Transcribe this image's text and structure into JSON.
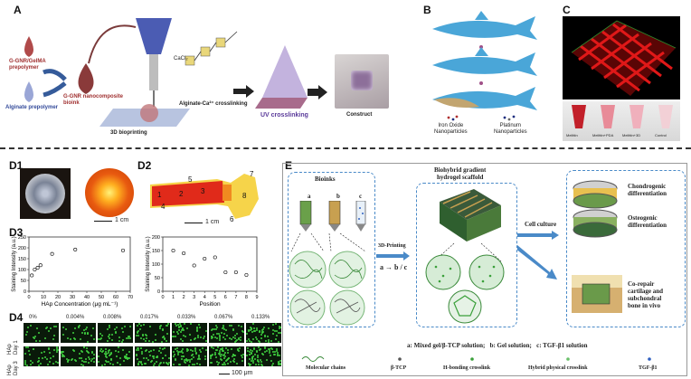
{
  "panel_a": {
    "label": "A",
    "gnr_gelma": "G-GNR/GelMA\nprepolymer",
    "alginate": "Alginate prepolymer",
    "bioink": "G-GNR nanocomposite\nbioink",
    "cacl2": "CaCl₂",
    "bioprinting": "3D bioprinting",
    "crosslinking": "Alginate-Ca²⁺ crosslinking",
    "uv": "UV crosslinking",
    "construct": "Construct"
  },
  "panel_b": {
    "label": "B",
    "iron": "Iron Oxide\nNanoparticles",
    "platinum": "Platinum\nNanoparticles"
  },
  "panel_c": {
    "label": "C",
    "tubes": [
      "Melittin",
      "Melittin+PDA",
      "Melittin+3D",
      "Control"
    ]
  },
  "panel_d1": {
    "label": "D1",
    "scale": "1 cm"
  },
  "panel_d2": {
    "label": "D2",
    "scale": "1 cm",
    "regions": [
      "1",
      "2",
      "3",
      "4",
      "5",
      "6",
      "7",
      "8"
    ]
  },
  "panel_d3": {
    "label": "D3"
  },
  "panel_d4": {
    "label": "D4",
    "concentrations": [
      "0%",
      "0.004%",
      "0.008%",
      "0.017%",
      "0.033%",
      "0.067%",
      "0.133%"
    ],
    "row1": "HAp\nDay 1",
    "row3": "HAp\nDay 3",
    "scale": "100 μm"
  },
  "chart_data": [
    {
      "type": "scatter",
      "xlabel": "HAp Concentration (μg mL⁻¹)",
      "ylabel": "Staining Intensity (a.u.)",
      "xlim": [
        0,
        70
      ],
      "ylim": [
        0,
        250
      ],
      "xticks": [
        0,
        10,
        20,
        30,
        40,
        50,
        60,
        70
      ],
      "yticks": [
        0,
        50,
        100,
        150,
        200,
        250
      ],
      "x": [
        2,
        4,
        6,
        8,
        16,
        32,
        65
      ],
      "y": [
        73,
        100,
        108,
        120,
        172,
        192,
        188
      ]
    },
    {
      "type": "scatter",
      "xlabel": "Position",
      "ylabel": "Staining Intensity (a.u.)",
      "xlim": [
        0,
        9
      ],
      "ylim": [
        0,
        200
      ],
      "xticks": [
        0,
        1,
        2,
        3,
        4,
        5,
        6,
        7,
        8,
        9
      ],
      "yticks": [
        0,
        50,
        100,
        150,
        200
      ],
      "x": [
        1,
        2,
        3,
        4,
        5,
        6,
        7,
        8
      ],
      "y": [
        150,
        140,
        95,
        120,
        125,
        70,
        70,
        60
      ]
    }
  ],
  "panel_e": {
    "label": "E",
    "bioinks": "Bioinks",
    "syringes": [
      "a",
      "b",
      "c"
    ],
    "scaffold": "Biohybrid gradient\nhydrogel scaffold",
    "printing": "3D-Printing",
    "formula": "a → b / c",
    "culture": "Cell culture",
    "chondro": "Chondrogenic\ndifferentiation",
    "osteo": "Osteogenic\ndifferentiation",
    "corepair": "Co-repair\ncartilage and\nsubchondral\nbone in vivo",
    "solutions": "a: Mixed gel/β-TCP solution;   b: Gel solution;   c: TGF-β1 solution",
    "legend": [
      "Molecular chains",
      "β-TCP",
      "H-bonding crosslink",
      "Hybrid physical crosslink",
      "TGF-β1"
    ]
  }
}
